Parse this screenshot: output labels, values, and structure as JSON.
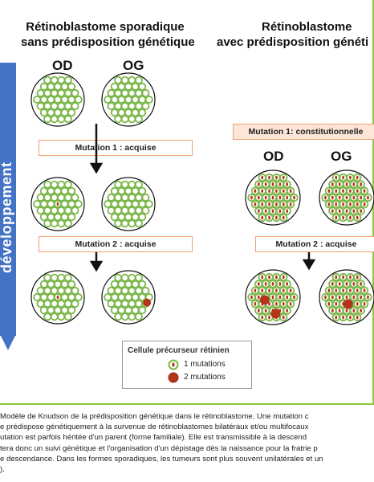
{
  "side_label": "développement",
  "left_title_line1": "Rétinoblastome sporadique",
  "left_title_line2": "sans prédisposition génétique",
  "right_title_line1": "Rétinoblastome",
  "right_title_line2": "avec prédisposition généti",
  "eyes": {
    "od": "OD",
    "og": "OG"
  },
  "steps": {
    "left_mut1": "Mutation 1 : acquise",
    "left_mut2": "Mutation 2 : acquise",
    "right_mut1": "Mutation 1: constitutionnelle",
    "right_mut2": "Mutation 2 : acquise"
  },
  "legend": {
    "title": "Cellule précurseur rétinien",
    "one": "1 mutations",
    "two": "2 mutations"
  },
  "colors": {
    "ring": "#7ab648",
    "mutation": "#b5341a",
    "arrow": "#4472c4",
    "label_border": "#f0a070"
  },
  "caption": [
    "Modèle de Knudson de la prédisposition génétique dans le rétinoblastome. Une mutation c",
    "e prédispose génétiquement à la survenue de rétinoblastomes bilatéraux et/ou multifocaux",
    "utation est parfois héritée d'un parent (forme familiale). Elle est transmissible à la descend",
    "tera donc un suivi génétique et l'organisation d'un dépistage dès la naissance pour la fratrie p",
    "e descendance. Dans les formes sporadiques, les tumeurs sont plus souvent unilatérales et un",
    ")."
  ]
}
